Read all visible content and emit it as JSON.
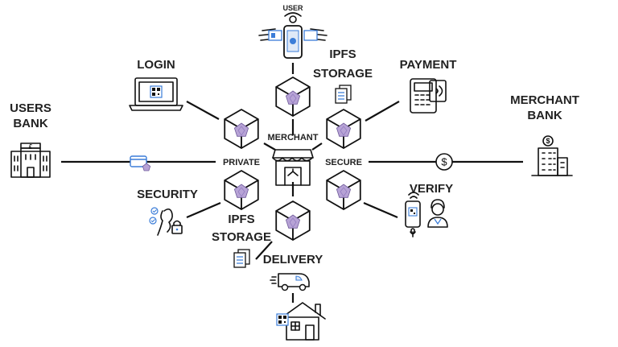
{
  "labels": {
    "user": "USER",
    "login": "LOGIN",
    "ipfs_storage_top": [
      "IPFS",
      "STORAGE"
    ],
    "payment": "PAYMENT",
    "users_bank": [
      "USERS",
      "BANK"
    ],
    "merchant_bank": [
      "MERCHANT",
      "BANK"
    ],
    "merchant": "MERCHANT",
    "private": "PRIVATE",
    "secure": "SECURE",
    "security": "SECURITY",
    "verify": "VERIFY",
    "ipfs_storage_bottom": [
      "IPFS",
      "STORAGE"
    ],
    "delivery": "DELIVERY"
  },
  "icons": {
    "bank_symbol": "£",
    "merchant_bank_symbol": "$",
    "payment_symbol": "$"
  },
  "colors": {
    "gem": "#b7a3d6",
    "accent_blue": "#3b7dd8",
    "line": "#111111"
  }
}
